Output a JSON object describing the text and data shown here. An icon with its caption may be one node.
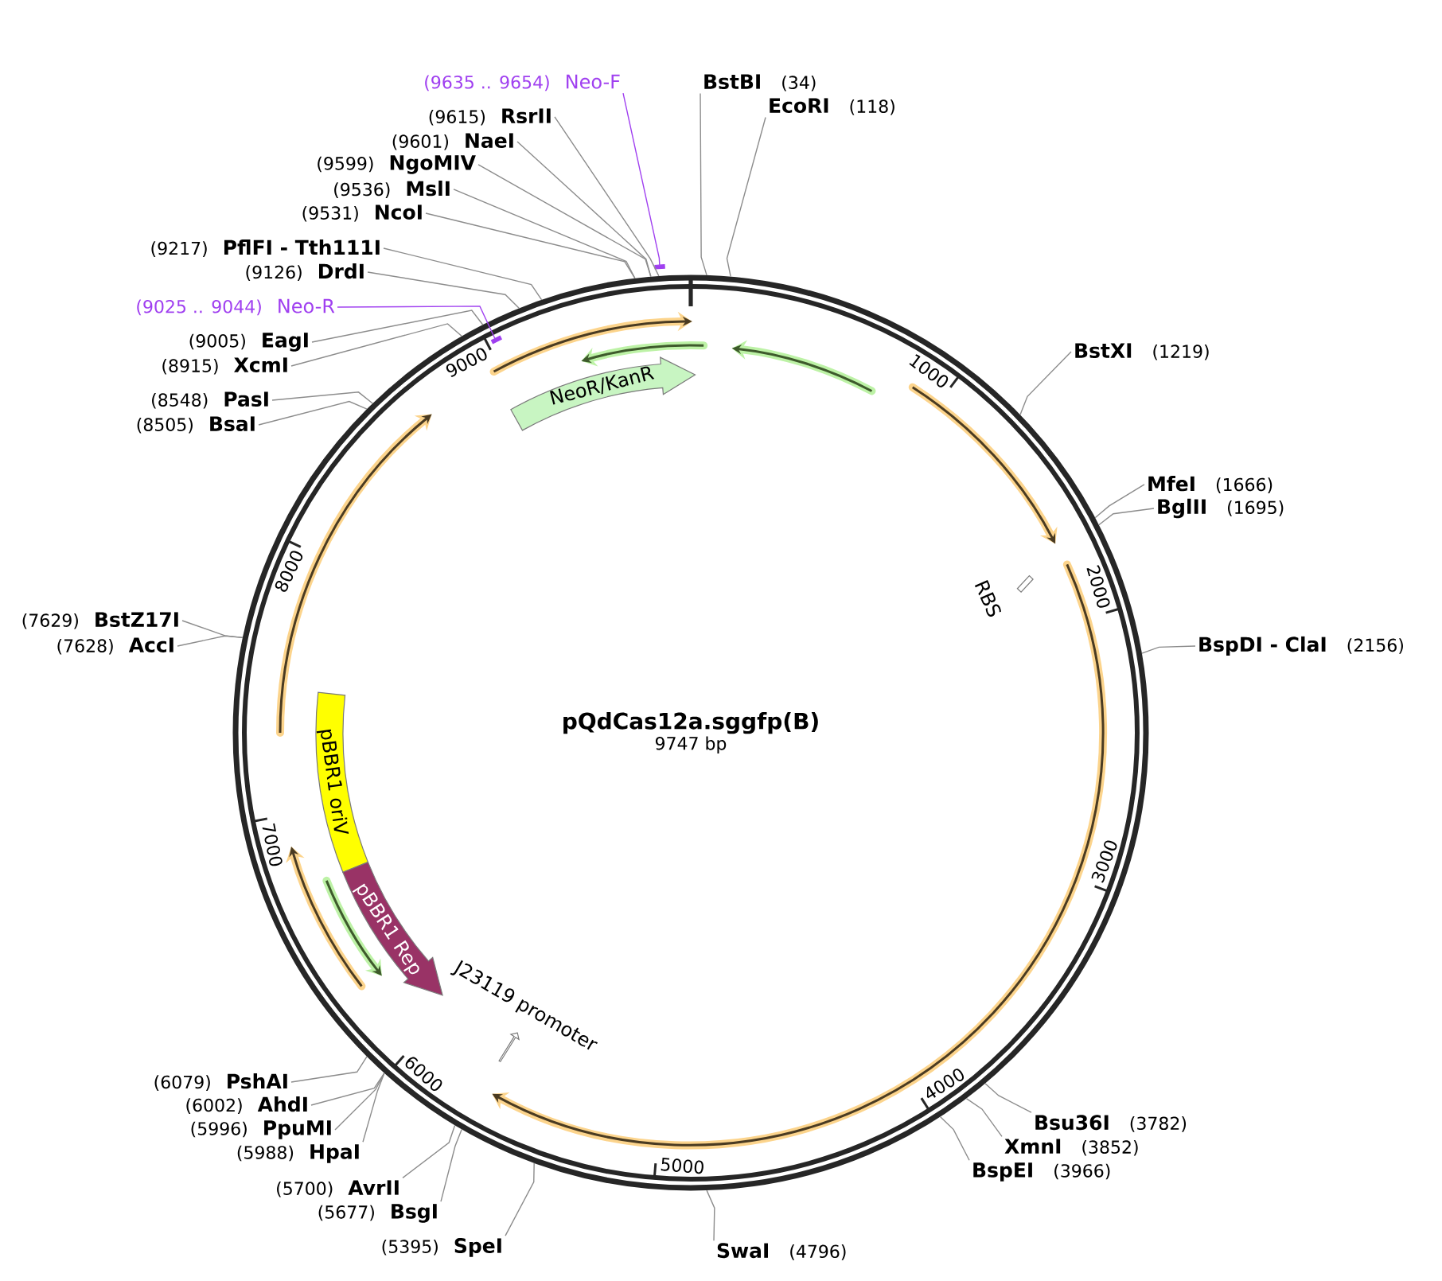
{
  "diagram": {
    "nodes": [
      {
        "text": [
          "pQdCas12a.sggfp(B)",
          "9747 bp"
        ]
      },
      {
        "text": [
          "NeoR/KanR"
        ],
        "in": 0
      },
      {
        "text": [],
        "shape": "bar",
        "beside": [
          "RBS"
        ],
        "in": 0
      },
      {
        "text": [
          "pBBR1 oriV"
        ],
        "in": 0
      },
      {
        "text": [
          "pBBR1 Rep"
        ],
        "in": 0
      },
      {
        "text": [],
        "shape": "arrow",
        "beside": [
          "J23119 promoter"
        ],
        "in": 0
      },
      {
        "text": [],
        "shape": "bar"
      },
      {
        "text": [],
        "shape": "bar",
        "in": 0
      },
      {
        "text": [
          "(9635 .. 9654)",
          "Neo-F"
        ]
      },
      {
        "text": [
          "BstBI",
          "(34)"
        ]
      },
      {
        "text": [
          "EcoRI",
          "(118)"
        ]
      },
      {
        "text": [
          "(9615)",
          "RsrII"
        ]
      },
      {
        "text": [
          "(9601)",
          "NaeI"
        ]
      },
      {
        "text": [
          "(9599)",
          "NgoMIV"
        ]
      },
      {
        "text": [
          "(9536)",
          "MslI"
        ]
      },
      {
        "text": [
          "(9531)",
          "NcoI"
        ]
      },
      {
        "text": [
          "(9217)",
          "PflFI - Tth111I"
        ]
      },
      {
        "text": [
          "(9126)",
          "DrdI"
        ]
      },
      {
        "text": [
          "(9025 .. 9044)",
          "Neo-R"
        ]
      },
      {
        "text": [
          "(9005)",
          "EagI"
        ]
      },
      {
        "text": [
          "BstXI",
          "(1219)"
        ]
      },
      {
        "text": [
          "(8915)",
          "XcmI"
        ]
      },
      {
        "text": [
          "(8548)",
          "PasI"
        ]
      },
      {
        "text": [
          "(8505)",
          "BsaI"
        ]
      },
      {
        "text": [
          "MfeI",
          "(1666)"
        ]
      },
      {
        "text": [
          "BglII",
          "(1695)"
        ]
      },
      {
        "text": [
          "(7629)",
          "BstZ17I"
        ]
      },
      {
        "text": [
          "(7628)",
          "AccI"
        ]
      },
      {
        "text": [
          "BspDI - ClaI",
          "(2156)"
        ]
      },
      {
        "text": [
          "(6079)",
          "PshAI"
        ]
      },
      {
        "text": [
          "(6002)",
          "AhdI"
        ]
      },
      {
        "text": [
          "Bsu36I",
          "(3782)"
        ]
      },
      {
        "text": [
          "(5996)",
          "PpuMI"
        ]
      },
      {
        "text": [
          "XmnI",
          "(3852)"
        ]
      },
      {
        "text": [
          "(5988)",
          "HpaI"
        ]
      },
      {
        "text": [
          "BspEI",
          "(3966)"
        ]
      },
      {
        "text": [
          "(5700)",
          "AvrII"
        ]
      },
      {
        "text": [
          "(5677)",
          "BsgI"
        ]
      },
      {
        "text": [
          "(5395)",
          "SpeI"
        ]
      },
      {
        "text": [
          "SwaI",
          "(4796)"
        ]
      }
    ],
    "edges": [
      {
        "from": 8,
        "to": 6,
        "arrow": "none",
        "color": "#a040f0"
      },
      {
        "from": 9,
        "to": 0,
        "arrow": "none"
      },
      {
        "from": 10,
        "to": 0,
        "arrow": "none"
      },
      {
        "from": 11,
        "to": 0,
        "arrow": "none"
      },
      {
        "from": 12,
        "to": 0,
        "arrow": "none"
      },
      {
        "from": 13,
        "to": 0,
        "arrow": "none"
      },
      {
        "from": 14,
        "to": 0,
        "arrow": "none"
      },
      {
        "from": 15,
        "to": 0,
        "arrow": "none"
      },
      {
        "from": 16,
        "to": 0,
        "arrow": "none"
      },
      {
        "from": 17,
        "to": 0,
        "arrow": "none"
      },
      {
        "from": 18,
        "to": 7,
        "arrow": "none",
        "color": "#a040f0"
      },
      {
        "from": 19,
        "to": 0,
        "arrow": "none"
      },
      {
        "from": 20,
        "to": 0,
        "arrow": "none"
      },
      {
        "from": 21,
        "to": 0,
        "arrow": "none"
      },
      {
        "from": 22,
        "to": 0,
        "arrow": "none"
      },
      {
        "from": 23,
        "to": 0,
        "arrow": "none"
      },
      {
        "from": 24,
        "to": 0,
        "arrow": "none"
      },
      {
        "from": 25,
        "to": 0,
        "arrow": "none"
      },
      {
        "from": 26,
        "to": 0,
        "arrow": "none"
      },
      {
        "from": 27,
        "to": 0,
        "arrow": "none"
      },
      {
        "from": 28,
        "to": 0,
        "arrow": "none"
      },
      {
        "from": 29,
        "to": 0,
        "arrow": "none"
      },
      {
        "from": 30,
        "to": 0,
        "arrow": "none"
      },
      {
        "from": 31,
        "to": 0,
        "arrow": "none"
      },
      {
        "from": 32,
        "to": 0,
        "arrow": "none"
      },
      {
        "from": 33,
        "to": 0,
        "arrow": "none"
      },
      {
        "from": 34,
        "to": 0,
        "arrow": "none"
      },
      {
        "from": 35,
        "to": 0,
        "arrow": "none"
      },
      {
        "from": 36,
        "to": 0,
        "arrow": "none"
      },
      {
        "from": 37,
        "to": 0,
        "arrow": "none"
      },
      {
        "from": 38,
        "to": 0,
        "arrow": "none"
      },
      {
        "from": 39,
        "to": 0,
        "arrow": "none"
      }
    ],
    "labels": [
      "1000",
      "2000",
      "3000",
      "4000",
      "5000",
      "6000",
      "7000",
      "8000",
      "9000"
    ]
  }
}
